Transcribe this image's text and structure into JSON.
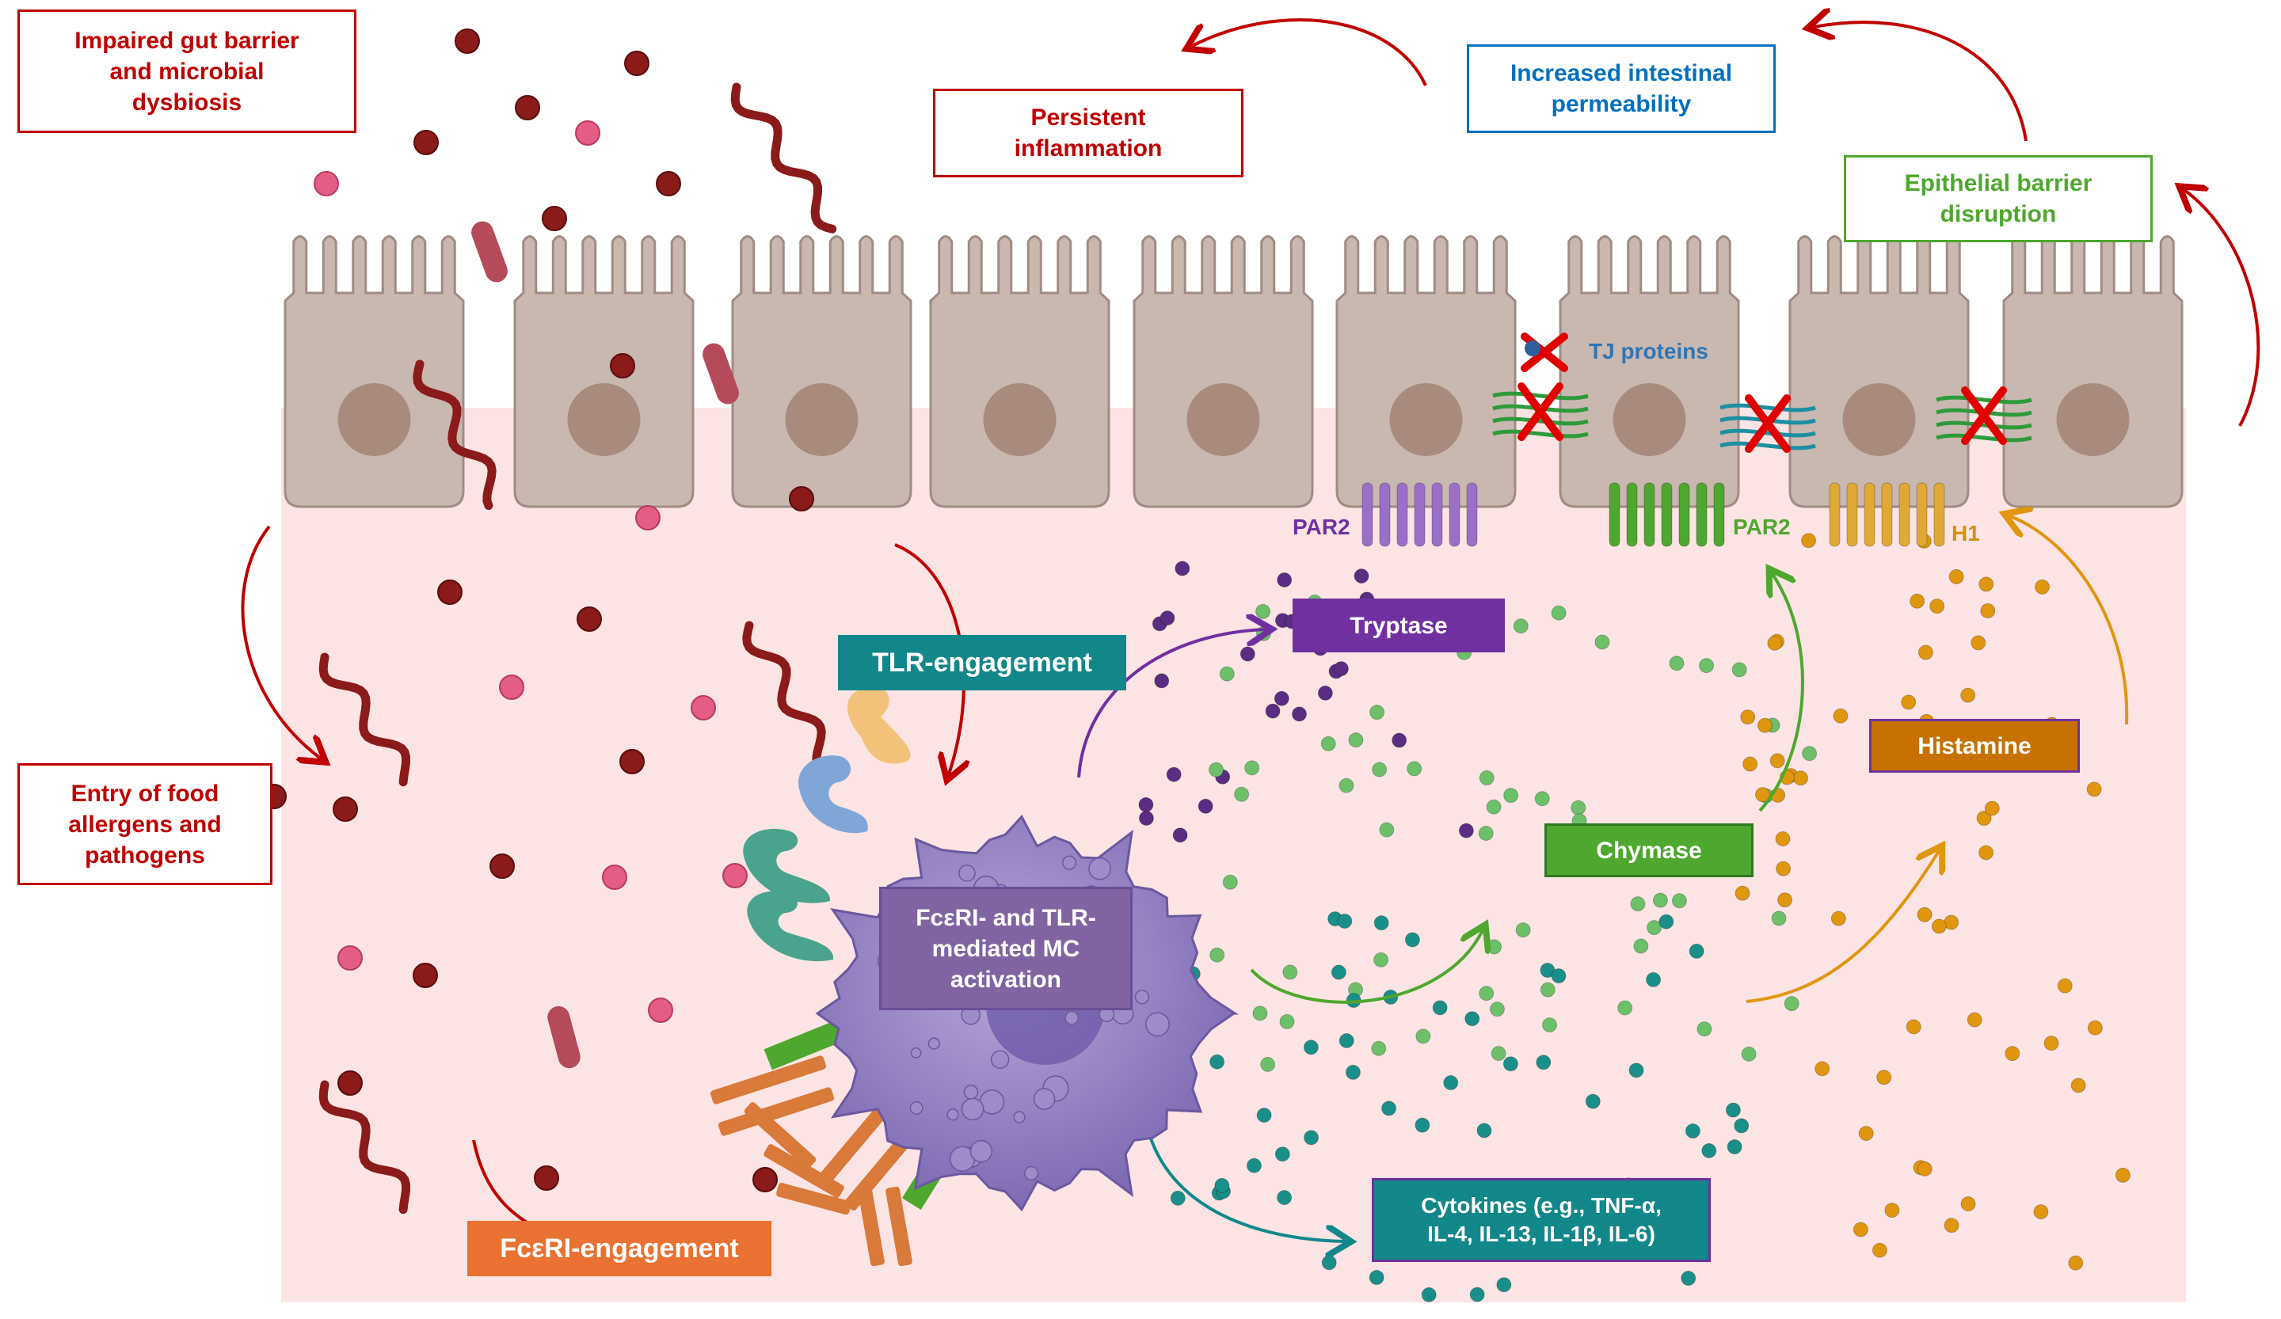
{
  "labels": {
    "impaired_barrier": [
      "Impaired gut barrier",
      "and microbial",
      "dysbiosis"
    ],
    "persistent_inflammation": [
      "Persistent",
      "inflammation"
    ],
    "increased_permeability": [
      "Increased intestinal",
      "permeability"
    ],
    "epithelial_disruption": [
      "Epithelial barrier",
      "disruption"
    ],
    "entry_food": [
      "Entry of food",
      "allergens and",
      "pathogens"
    ],
    "tlr_engagement": "TLR-engagement",
    "fceri_engagement": "FcεRI-engagement",
    "mc_activation": [
      "FcεRI- and TLR-",
      "mediated MC",
      "activation"
    ],
    "tryptase": "Tryptase",
    "chymase": "Chymase",
    "histamine": "Histamine",
    "cytokines": [
      "Cytokines (e.g., TNF-α,",
      "IL-4, IL-13, IL-1β, IL-6)"
    ],
    "tj_proteins": "TJ proteins",
    "par2_left": "PAR2",
    "par2_right": "PAR2",
    "h1": "H1"
  },
  "colors": {
    "red": "#c00000",
    "blue": "#0070c0",
    "green": "#4ea72e",
    "teal": "#12878a",
    "orange": "#e97132",
    "purple": "#7030a0",
    "chymase_green": "#4ea72e",
    "histamine_orange": "#c77100",
    "mc_box": "#8064a2",
    "lamina_pink": "#fde4e4",
    "cell_fill": "#c8b8b0",
    "nucleus": "#a98b7e"
  }
}
